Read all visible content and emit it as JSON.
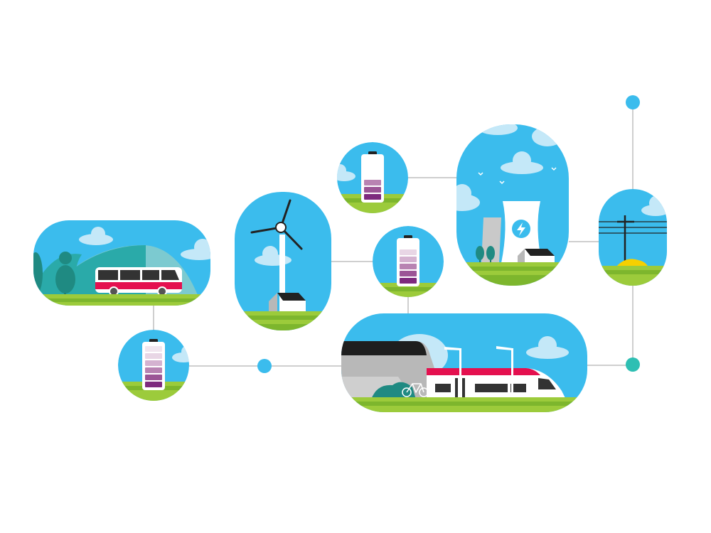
{
  "colors": {
    "sky": "#3bbced",
    "cloud": "#c4e8f8",
    "grass_light": "#9ccb3b",
    "grass_dark": "#7db62d",
    "connector": "#cfcfcf",
    "node_blue": "#3bbced",
    "node_teal": "#2ebfb3",
    "bus_red": "#e4104f",
    "battery_empty": "#f1e6ef",
    "battery_segments": [
      "#7d2a7e",
      "#9b5596",
      "#b883b2",
      "#d4b2d0",
      "#e8d6e5",
      "#f1e6ef"
    ]
  },
  "batteries": [
    {
      "id": "battery-top",
      "charged_segments": 3,
      "total_segments": 6
    },
    {
      "id": "battery-middle",
      "charged_segments": 5,
      "total_segments": 6
    },
    {
      "id": "battery-bottom-left",
      "charged_segments": 6,
      "total_segments": 6
    }
  ]
}
